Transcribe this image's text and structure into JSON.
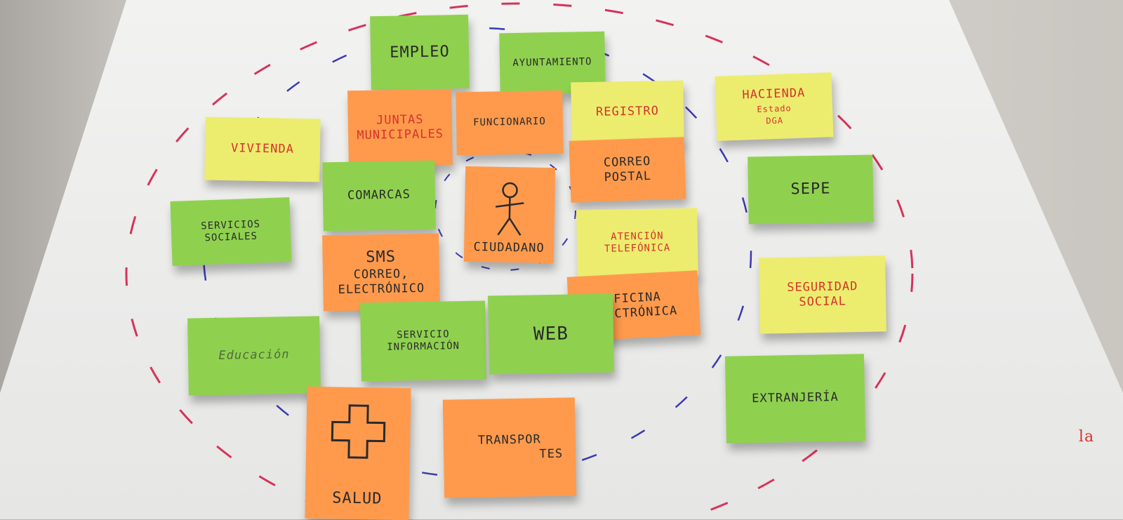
{
  "notes": {
    "empleo": "EMPLEO",
    "ayuntamiento": "AYUNTAMIENTO",
    "juntas_line1": "JUNTAS",
    "juntas_line2": "MUNICIPALES",
    "funcionario": "FUNCIONARIO",
    "registro": "REGISTRO",
    "hacienda": "HACIENDA",
    "hacienda_sub1": "Estado",
    "hacienda_sub2": "DGA",
    "vivienda": "VIVIENDA",
    "comarcas": "COMARCAS",
    "ciudadano": "CIUDADANO",
    "correo_postal_line1": "CORREO",
    "correo_postal_line2": "POSTAL",
    "sepe": "SEPE",
    "servicios_sociales_line1": "SERVICIOS",
    "servicios_sociales_line2": "SOCIALES",
    "sms": "SMS",
    "correo_electronico_line1": "CORREO,",
    "correo_electronico_line2": "ELECTRÓNICO",
    "atencion_line1": "ATENCIÓN",
    "atencion_line2": "TELEFÓNICA",
    "seguridad_line1": "SEGURIDAD",
    "seguridad_line2": "SOCIAL",
    "oficina_line1": "OFICINA",
    "oficina_line2": "ELECTRÓNICA",
    "educacion": "Educación",
    "servicio_info_line1": "SERVICIO",
    "servicio_info_line2": "INFORMACIÓN",
    "web": "WEB",
    "extranjeria": "EXTRANJERÍA",
    "salud": "SALUD",
    "transportes_line1": "TRANSPOR",
    "transportes_line2": "TES",
    "margin_text": "la"
  },
  "colors": {
    "green": "#8fd14f",
    "orange": "#ff9a4d",
    "yellow": "#eced6e",
    "ring_red": "#d5335a",
    "ring_blue": "#3a3ab0"
  }
}
